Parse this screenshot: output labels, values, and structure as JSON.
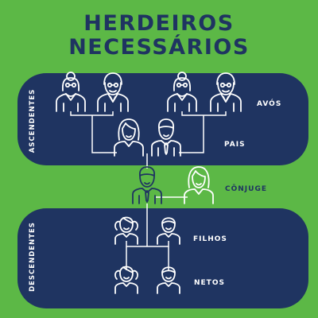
{
  "title": {
    "line1": "HERDEIROS",
    "line2": "NECESSÁRIOS"
  },
  "sections": {
    "ascendentes": "ASCENDENTES",
    "descendentes": "DESCENDENTES"
  },
  "generations": {
    "avos": "AVÓS",
    "pais": "PAIS",
    "conjuge": "CÔNJUGE",
    "filhos": "FILHOS",
    "netos": "NETOS"
  },
  "colors": {
    "background": "#5cb846",
    "panel": "#1f3461",
    "line": "#ffffff"
  },
  "icons": [
    "grandmother-icon",
    "grandfather-icon",
    "grandmother-icon",
    "grandfather-icon",
    "mother-icon",
    "father-icon",
    "person-icon",
    "spouse-icon",
    "girl-icon",
    "boy-icon",
    "granddaughter-icon",
    "grandson-icon"
  ]
}
